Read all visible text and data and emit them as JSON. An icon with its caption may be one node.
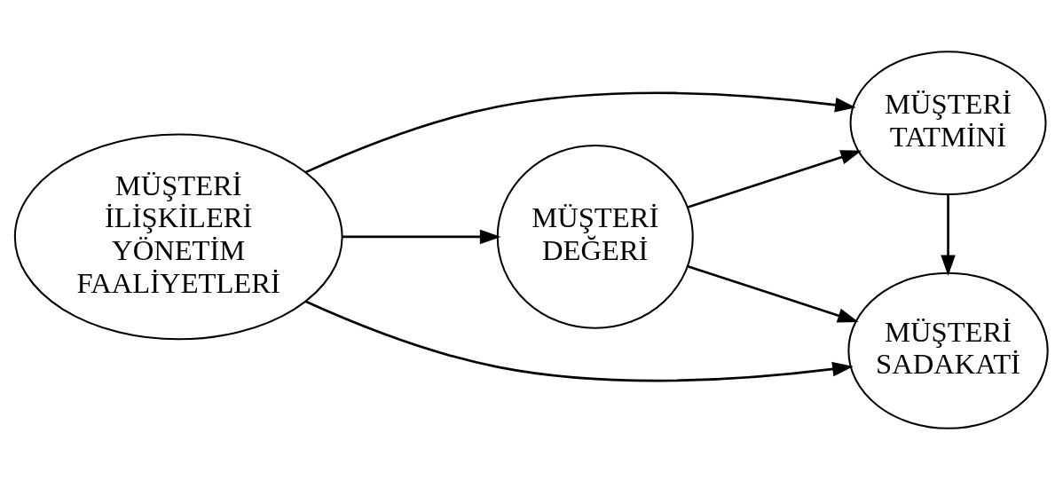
{
  "diagram": {
    "nodes": [
      {
        "text": [
          "MÜŞTERİ İLİŞKİLERİ YÖNETİM FAALİYETLERİ"
        ]
      },
      {
        "text": [
          "MÜŞTERİ DEĞERİ"
        ]
      },
      {
        "text": [
          "MÜŞTERİ TATMİNİ"
        ]
      },
      {
        "text": [
          "MÜŞTERİ SADAKATİ"
        ]
      }
    ],
    "edges": [
      {
        "from": 0,
        "to": 2,
        "arrow": "to"
      },
      {
        "from": 0,
        "to": 1,
        "arrow": "to"
      },
      {
        "from": 0,
        "to": 3,
        "arrow": "to"
      },
      {
        "from": 1,
        "to": 2,
        "arrow": "to"
      },
      {
        "from": 1,
        "to": 3,
        "arrow": "to"
      },
      {
        "from": 2,
        "to": 3,
        "arrow": "to"
      }
    ]
  }
}
